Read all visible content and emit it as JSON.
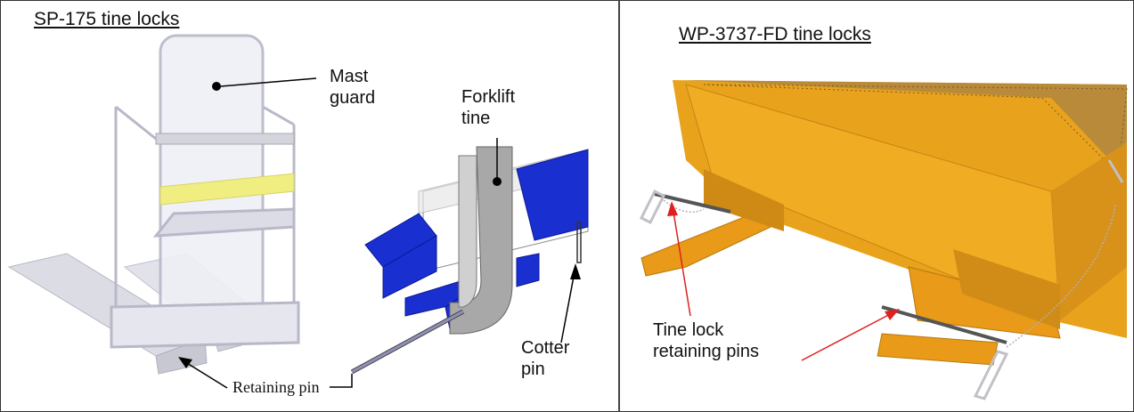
{
  "left_panel": {
    "title": "SP-175 tine locks",
    "mast_guard_label": "Mast\nguard",
    "forklift_tine_label": "Forklift\ntine",
    "cotter_pin_label": "Cotter\npin",
    "retaining_pin_label": "Retaining pin"
  },
  "right_panel": {
    "title": "WP-3737-FD tine locks",
    "retaining_pins_label": "Tine lock\nretaining pins"
  },
  "colors": {
    "callout_red": "#e02020",
    "platform_yellow": "#e8a21c",
    "bracket_blue": "#1a2fd0",
    "highlight_yellow": "#f0ee80"
  }
}
